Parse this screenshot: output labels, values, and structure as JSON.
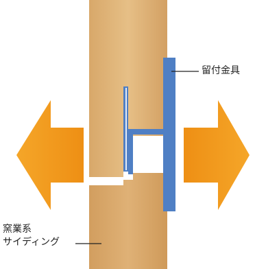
{
  "labels": {
    "clip": "留付金具",
    "siding_line1": "窯業系",
    "siding_line2": "サイディング"
  },
  "colors": {
    "panel_top": "#e3b97c",
    "panel_bottom": "#d9a76a",
    "panel_edge": "#c99555",
    "clip_blue": "#4f7fc4",
    "clip_blue_dark": "#3d69aa",
    "arrow_orange": "#f39a1c",
    "arrow_orange_dark": "#e8870e",
    "leader_line": "#222222"
  },
  "icons": {
    "left": "arrow-left-icon",
    "right": "arrow-right-icon"
  }
}
